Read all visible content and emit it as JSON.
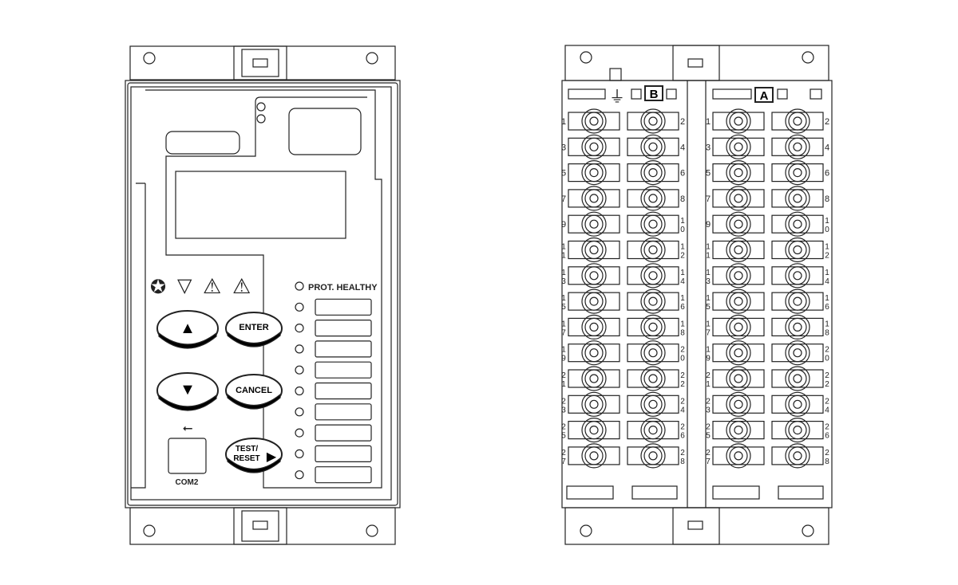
{
  "front_panel": {
    "buttons": {
      "up": "▲",
      "down": "▼",
      "enter": "ENTER",
      "cancel": "CANCEL",
      "test_reset_line1": "TEST/",
      "test_reset_line2": "RESET",
      "test_reset_arrow": "▶"
    },
    "prot_healthy_label": "PROT. HEALTHY",
    "com_port_label": "COM2",
    "usb_symbol": "⭠",
    "warning_symbols": [
      "✪",
      "▽",
      "⚠",
      "⚠"
    ],
    "led_count": 10
  },
  "rear_panel": {
    "ground_symbol": "⏚",
    "block_labels": {
      "left": "B",
      "right": "A"
    },
    "left_numbers": [
      "1",
      "3",
      "5",
      "7",
      "9",
      "11",
      "13",
      "15",
      "17",
      "19",
      "21",
      "23",
      "25",
      "27"
    ],
    "right_numbers": [
      "2",
      "4",
      "6",
      "8",
      "10",
      "12",
      "14",
      "16",
      "18",
      "20",
      "22",
      "24",
      "26",
      "28"
    ]
  },
  "colors": {
    "line": "#222222",
    "background": "#ffffff",
    "button_fill": "#000000"
  }
}
